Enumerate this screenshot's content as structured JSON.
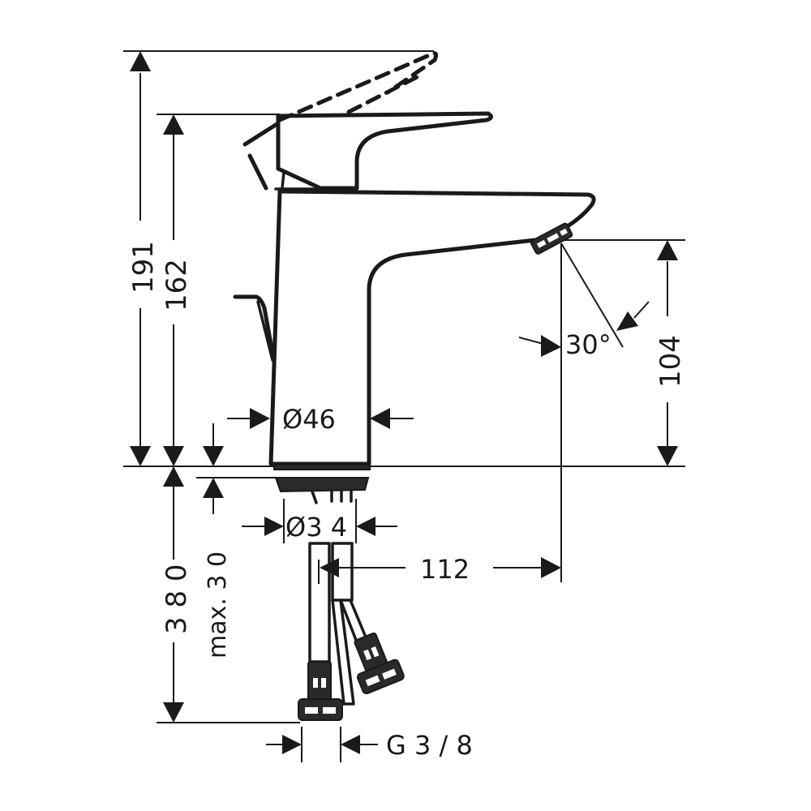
{
  "drawing": {
    "title": "Basin mixer faucet technical dimension drawing",
    "units": "mm",
    "line_color": "#1a1a1a",
    "background": "#ffffff"
  },
  "dimensions": {
    "overall_height_lever_open": "191",
    "height_lever_closed": "162",
    "spout_height": "104",
    "spout_angle": "30°",
    "body_diameter": "Ø46",
    "base_diameter": "Ø3 4",
    "spout_projection": "112",
    "hose_length": "3 8 0",
    "max_countertop_thickness": "max. 3 0",
    "connection_thread": "G 3 / 8"
  }
}
